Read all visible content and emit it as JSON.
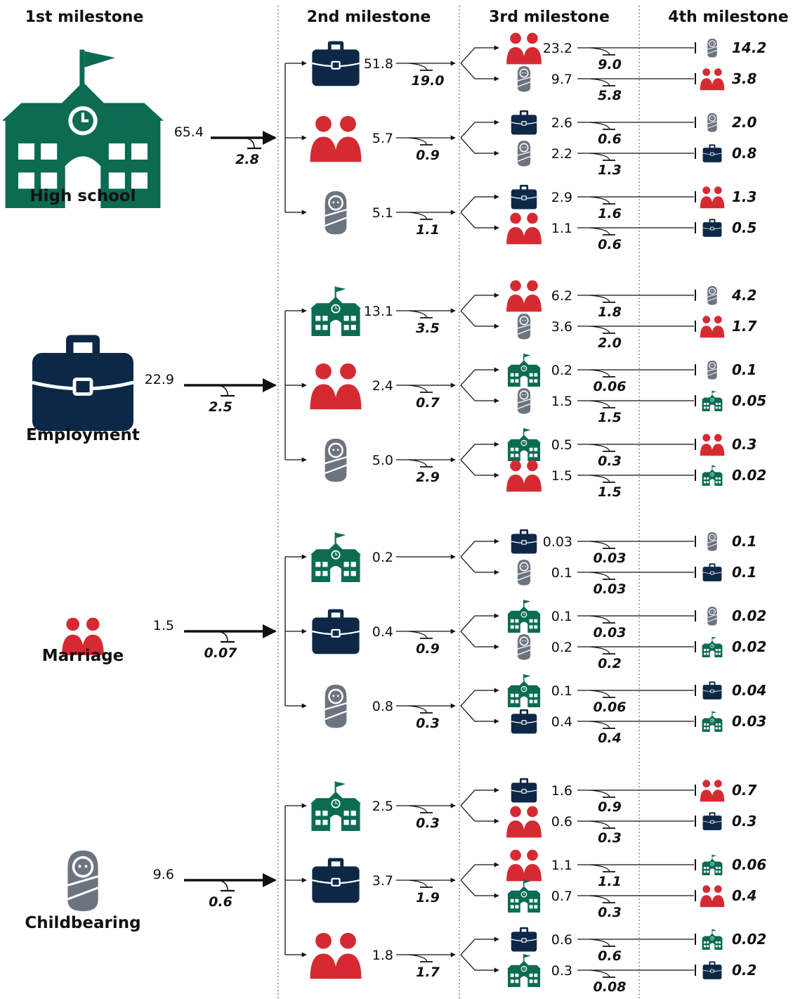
{
  "headers": [
    "1st milestone",
    "2nd milestone",
    "3rd milestone",
    "4th milestone"
  ],
  "colors": {
    "school": "#0b6b53",
    "work": "#0d2847",
    "marriage": "#d62a33",
    "child": "#6c7480"
  },
  "groups": [
    {
      "label": "High school",
      "icon": "school-icon",
      "value": "65.4",
      "drop": "2.8",
      "branches": [
        {
          "icon": "briefcase-icon",
          "value": "51.8",
          "drop": "19.0",
          "subs": [
            {
              "icon": "couple-icon",
              "value": "23.2",
              "drop": "9.0",
              "final_icon": "baby-icon",
              "final": "14.2"
            },
            {
              "icon": "baby-icon",
              "value": "9.7",
              "drop": "5.8",
              "final_icon": "couple-icon",
              "final": "3.8"
            }
          ]
        },
        {
          "icon": "couple-icon",
          "value": "5.7",
          "drop": "0.9",
          "subs": [
            {
              "icon": "briefcase-icon",
              "value": "2.6",
              "drop": "0.6",
              "final_icon": "baby-icon",
              "final": "2.0"
            },
            {
              "icon": "baby-icon",
              "value": "2.2",
              "drop": "1.3",
              "final_icon": "briefcase-icon",
              "final": "0.8"
            }
          ]
        },
        {
          "icon": "baby-icon",
          "value": "5.1",
          "drop": "1.1",
          "subs": [
            {
              "icon": "briefcase-icon",
              "value": "2.9",
              "drop": "1.6",
              "final_icon": "couple-icon",
              "final": "1.3"
            },
            {
              "icon": "couple-icon",
              "value": "1.1",
              "drop": "0.6",
              "final_icon": "briefcase-icon",
              "final": "0.5"
            }
          ]
        }
      ]
    },
    {
      "label": "Employment",
      "icon": "briefcase-icon",
      "value": "22.9",
      "drop": "2.5",
      "branches": [
        {
          "icon": "school-icon",
          "value": "13.1",
          "drop": "3.5",
          "subs": [
            {
              "icon": "couple-icon",
              "value": "6.2",
              "drop": "1.8",
              "final_icon": "baby-icon",
              "final": "4.2"
            },
            {
              "icon": "baby-icon",
              "value": "3.6",
              "drop": "2.0",
              "final_icon": "couple-icon",
              "final": "1.7"
            }
          ]
        },
        {
          "icon": "couple-icon",
          "value": "2.4",
          "drop": "0.7",
          "subs": [
            {
              "icon": "school-icon",
              "value": "0.2",
              "drop": "0.06",
              "final_icon": "baby-icon",
              "final": "0.1"
            },
            {
              "icon": "baby-icon",
              "value": "1.5",
              "drop": "1.5",
              "final_icon": "school-icon",
              "final": "0.05"
            }
          ]
        },
        {
          "icon": "baby-icon",
          "value": "5.0",
          "drop": "2.9",
          "subs": [
            {
              "icon": "school-icon",
              "value": "0.5",
              "drop": "0.3",
              "final_icon": "couple-icon",
              "final": "0.3"
            },
            {
              "icon": "couple-icon",
              "value": "1.5",
              "drop": "1.5",
              "final_icon": "school-icon",
              "final": "0.02"
            }
          ]
        }
      ]
    },
    {
      "label": "Marriage",
      "icon": "couple-icon",
      "value": "1.5",
      "drop": "0.07",
      "branches": [
        {
          "icon": "school-icon",
          "value": "0.2",
          "drop": "",
          "subs": [
            {
              "icon": "briefcase-icon",
              "value": "0.03",
              "drop": "0.03",
              "final_icon": "baby-icon",
              "final": "0.1"
            },
            {
              "icon": "baby-icon",
              "value": "0.1",
              "drop": "0.03",
              "final_icon": "briefcase-icon",
              "final": "0.1"
            }
          ]
        },
        {
          "icon": "briefcase-icon",
          "value": "0.4",
          "drop": "0.9",
          "subs": [
            {
              "icon": "school-icon",
              "value": "0.1",
              "drop": "0.03",
              "final_icon": "baby-icon",
              "final": "0.02"
            },
            {
              "icon": "baby-icon",
              "value": "0.2",
              "drop": "0.2",
              "final_icon": "school-icon",
              "final": "0.02"
            }
          ]
        },
        {
          "icon": "baby-icon",
          "value": "0.8",
          "drop": "0.3",
          "subs": [
            {
              "icon": "school-icon",
              "value": "0.1",
              "drop": "0.06",
              "final_icon": "briefcase-icon",
              "final": "0.04"
            },
            {
              "icon": "briefcase-icon",
              "value": "0.4",
              "drop": "0.4",
              "final_icon": "school-icon",
              "final": "0.03"
            }
          ]
        }
      ]
    },
    {
      "label": "Childbearing",
      "icon": "baby-icon",
      "value": "9.6",
      "drop": "0.6",
      "branches": [
        {
          "icon": "school-icon",
          "value": "2.5",
          "drop": "0.3",
          "subs": [
            {
              "icon": "briefcase-icon",
              "value": "1.6",
              "drop": "0.9",
              "final_icon": "couple-icon",
              "final": "0.7"
            },
            {
              "icon": "couple-icon",
              "value": "0.6",
              "drop": "0.3",
              "final_icon": "briefcase-icon",
              "final": "0.3"
            }
          ]
        },
        {
          "icon": "briefcase-icon",
          "value": "3.7",
          "drop": "1.9",
          "subs": [
            {
              "icon": "couple-icon",
              "value": "1.1",
              "drop": "1.1",
              "final_icon": "school-icon",
              "final": "0.06"
            },
            {
              "icon": "school-icon",
              "value": "0.7",
              "drop": "0.3",
              "final_icon": "couple-icon",
              "final": "0.4"
            }
          ]
        },
        {
          "icon": "couple-icon",
          "value": "1.8",
          "drop": "1.7",
          "subs": [
            {
              "icon": "briefcase-icon",
              "value": "0.6",
              "drop": "0.6",
              "final_icon": "school-icon",
              "final": "0.02"
            },
            {
              "icon": "school-icon",
              "value": "0.3",
              "drop": "0.08",
              "final_icon": "briefcase-icon",
              "final": "0.2"
            }
          ]
        }
      ]
    }
  ]
}
